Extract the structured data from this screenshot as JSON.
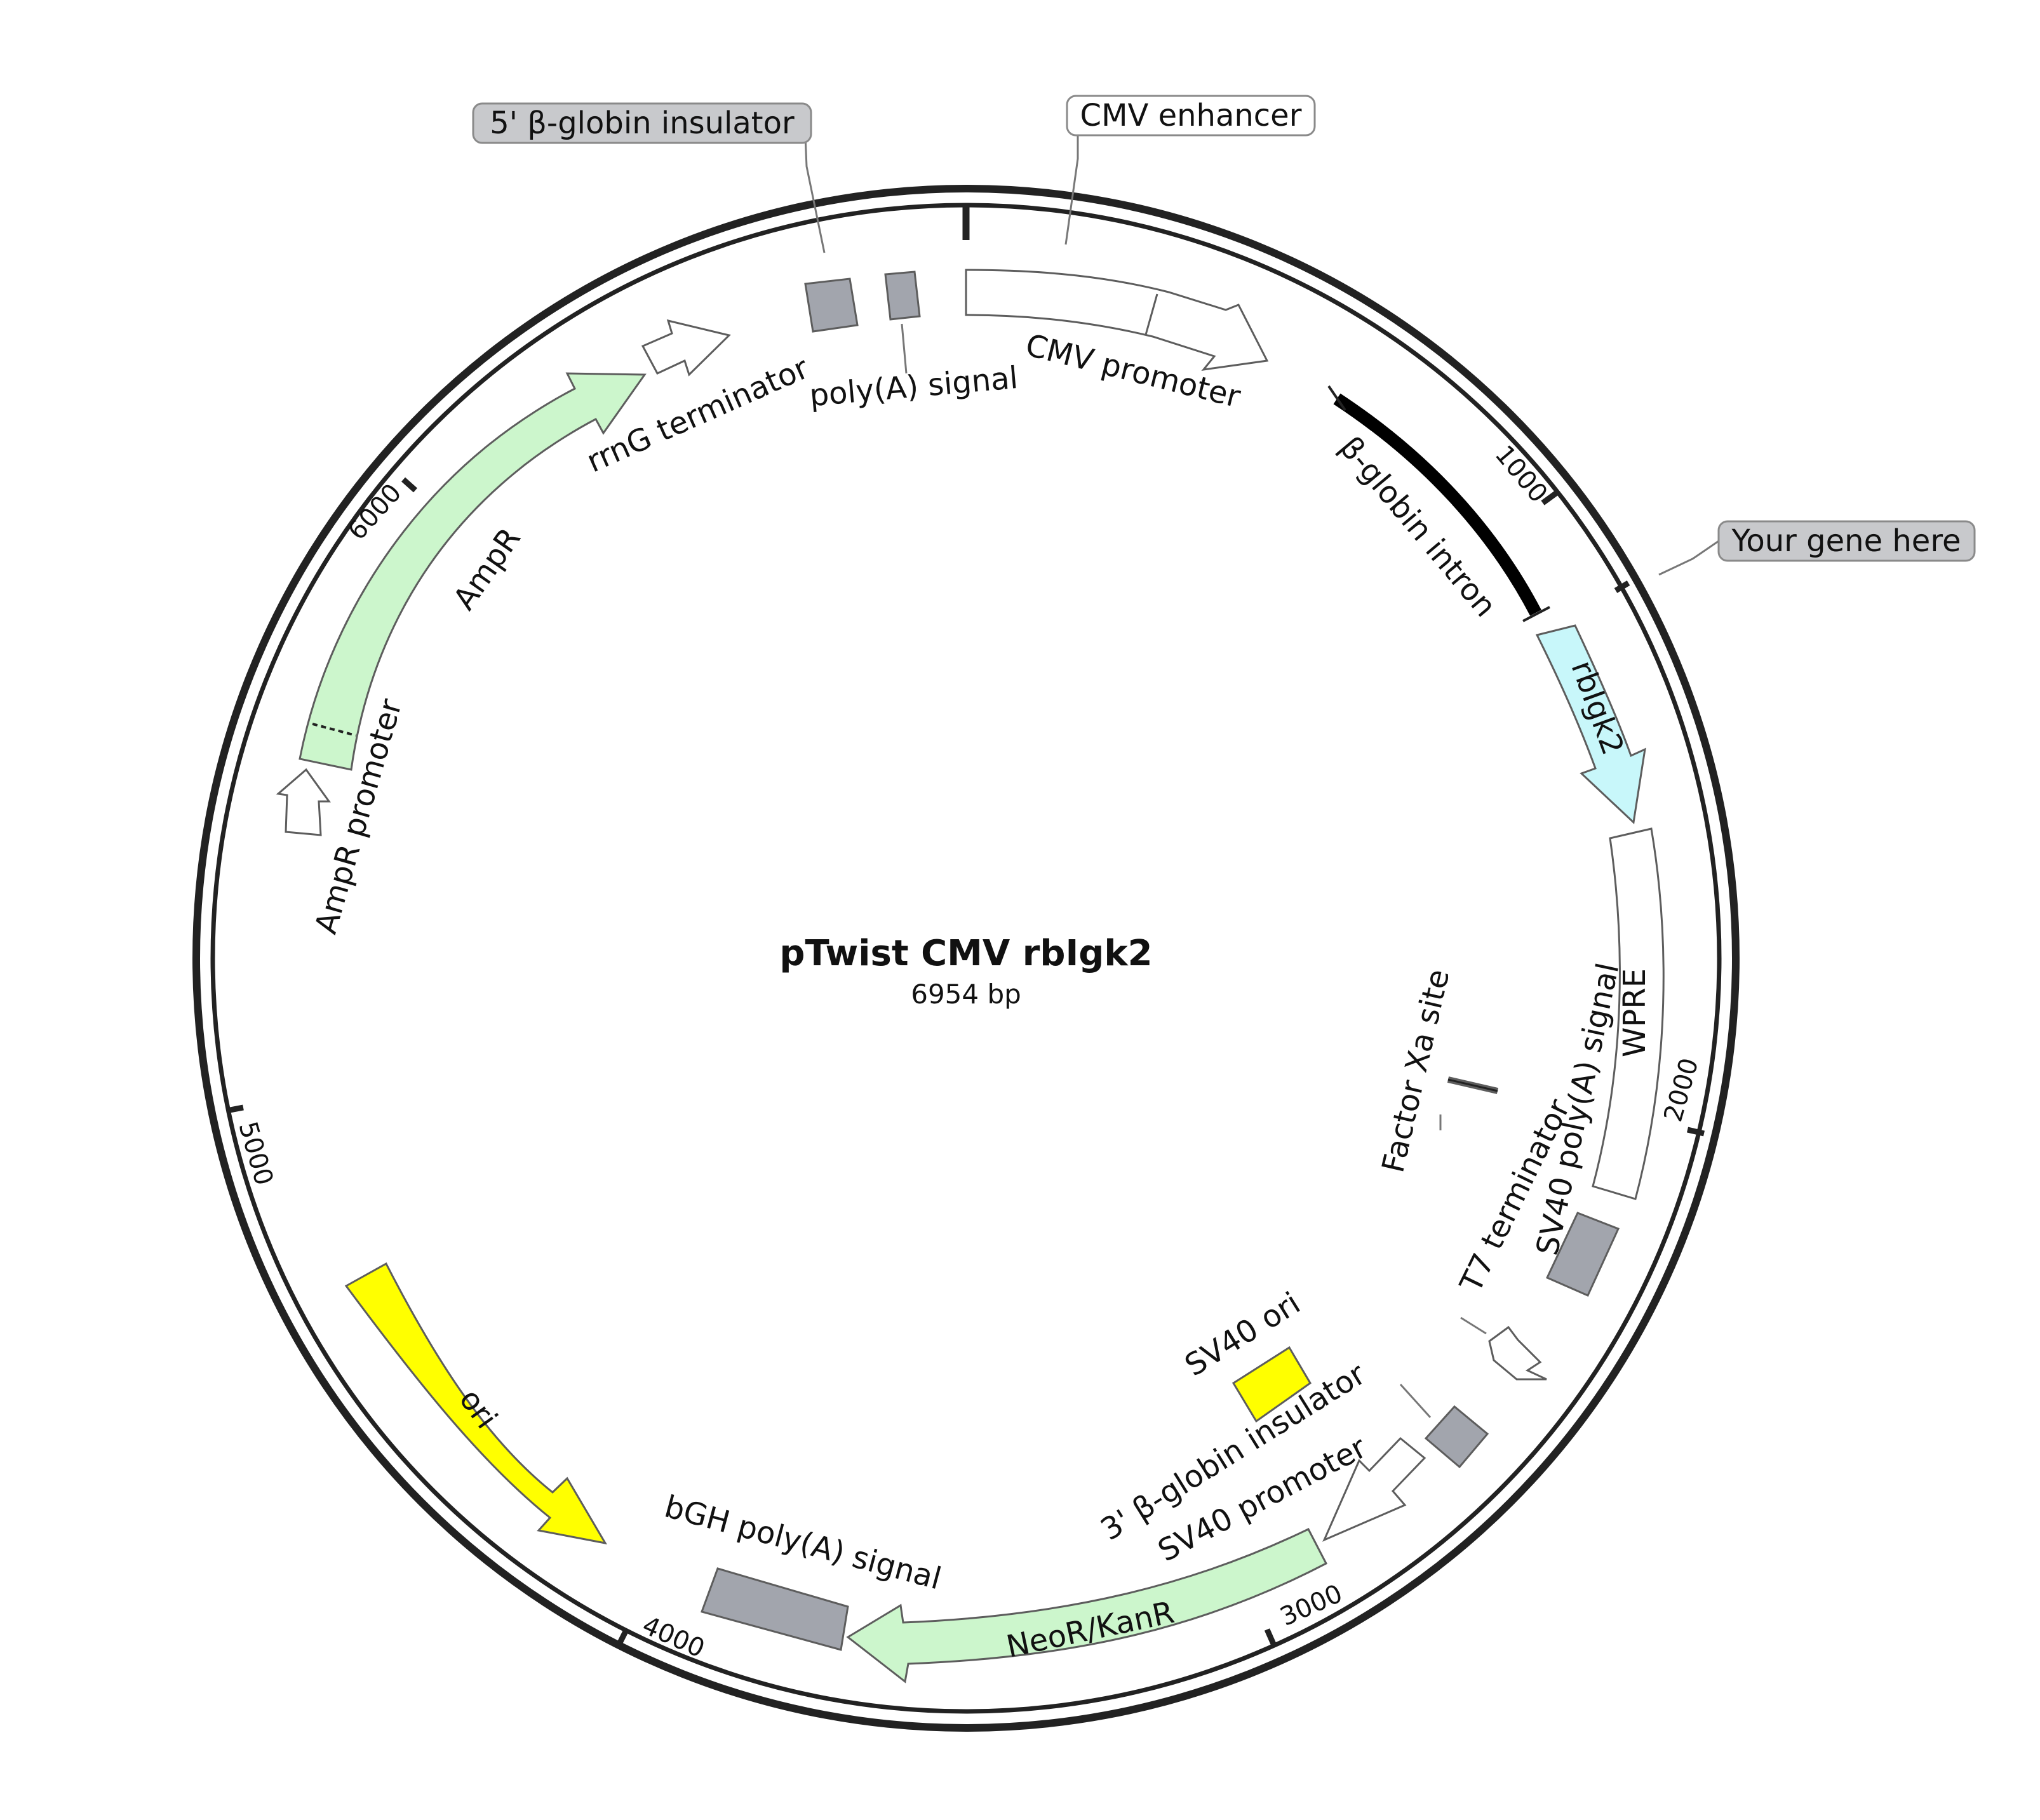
{
  "plasmid": {
    "name": "pTwist CMV rbIgk2",
    "size_label": "6954 bp",
    "length_bp": 6954
  },
  "colors": {
    "gray_feature": "#a2a5ad",
    "white_feature": "#ffffff",
    "green_feature": "#ccf6cc",
    "cyan_feature": "#c8f7fa",
    "yellow_feature": "#ffff00",
    "intron": "#000000",
    "outline": "#5d5d5d",
    "backbone": "#222222"
  },
  "tick_marks": [
    {
      "bp": 0,
      "label": ""
    },
    {
      "bp": 1000,
      "label": "1000"
    },
    {
      "bp": 2000,
      "label": "2000"
    },
    {
      "bp": 3000,
      "label": "3000"
    },
    {
      "bp": 4000,
      "label": "4000"
    },
    {
      "bp": 5000,
      "label": "5000"
    },
    {
      "bp": 6000,
      "label": "6000"
    }
  ],
  "callouts": [
    {
      "label": "5' β-globin insulator",
      "style": "gray"
    },
    {
      "label": "CMV enhancer",
      "style": "white"
    },
    {
      "label": "Your gene here",
      "style": "gray"
    }
  ],
  "features": [
    {
      "name": "CMV promoter",
      "kind": "arrow",
      "color": "white_feature"
    },
    {
      "name": "β-globin intron",
      "kind": "line",
      "color": "intron"
    },
    {
      "name": "rbIgk2",
      "kind": "arrow",
      "color": "cyan_feature"
    },
    {
      "name": "WPRE",
      "kind": "box",
      "color": "white_feature"
    },
    {
      "name": "SV40 poly(A) signal",
      "kind": "box",
      "color": "gray_feature"
    },
    {
      "name": "T7 terminator",
      "kind": "arrow",
      "color": "white_feature"
    },
    {
      "name": "Factor Xa site",
      "kind": "line",
      "color": "outline"
    },
    {
      "name": "3' β-globin insulator",
      "kind": "box",
      "color": "gray_feature"
    },
    {
      "name": "SV40 ori",
      "kind": "box",
      "color": "yellow_feature"
    },
    {
      "name": "SV40 promoter",
      "kind": "arrow",
      "color": "white_feature"
    },
    {
      "name": "NeoR/KanR",
      "kind": "arrow",
      "color": "green_feature"
    },
    {
      "name": "bGH poly(A) signal",
      "kind": "box",
      "color": "gray_feature"
    },
    {
      "name": "ori",
      "kind": "arrow",
      "color": "yellow_feature"
    },
    {
      "name": "AmpR promoter",
      "kind": "arrow",
      "color": "white_feature"
    },
    {
      "name": "AmpR",
      "kind": "arrow",
      "color": "green_feature"
    },
    {
      "name": "rrnG terminator",
      "kind": "arrow",
      "color": "white_feature"
    },
    {
      "name": "poly(A) signal",
      "kind": "box",
      "color": "gray_feature"
    }
  ]
}
